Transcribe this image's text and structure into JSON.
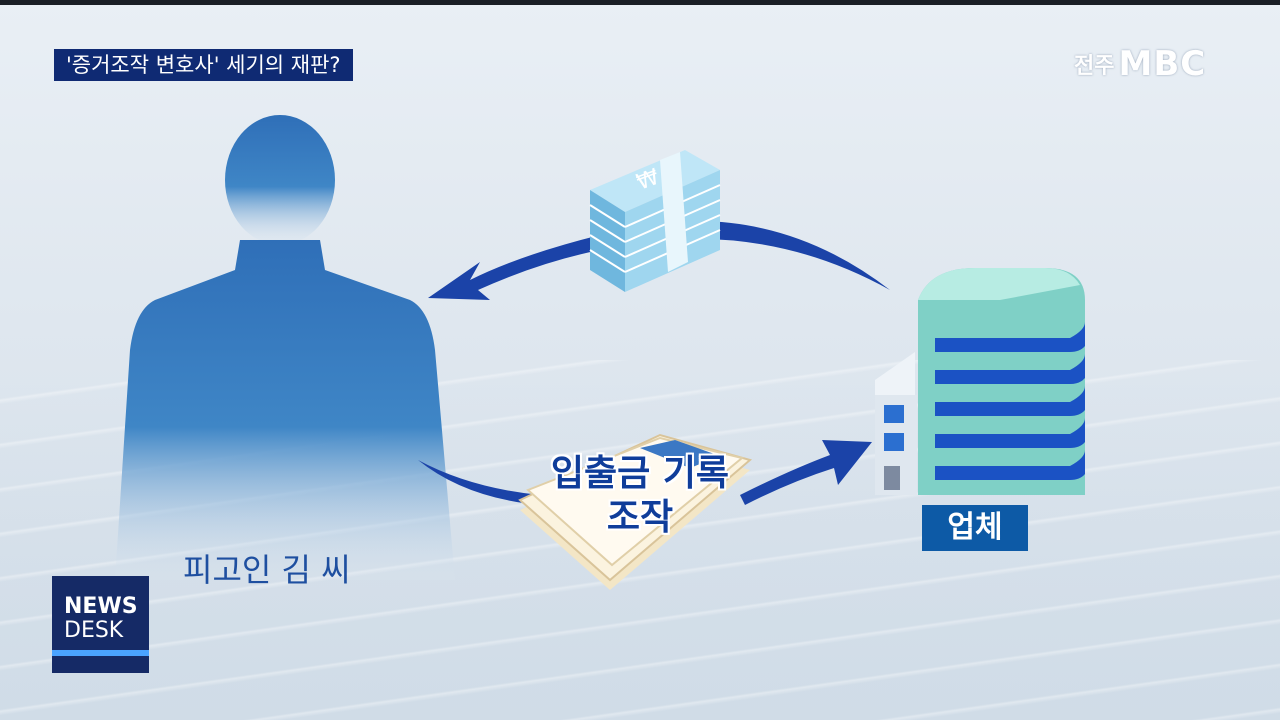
{
  "broadcast": {
    "headline": "'증거조작 변호사' 세기의 재판?",
    "logo_city": "전주",
    "logo_brand": "MBC",
    "badge_line1": "NEWS",
    "badge_line2": "DESK"
  },
  "diagram": {
    "person_label": "피고인 김 씨",
    "caption_line1": "입출금 기록",
    "caption_line2": "조작",
    "company_label": "업체",
    "money_symbol": "₩"
  },
  "colors": {
    "headline_bg": "#0f2a73",
    "arrow": "#1b43a8",
    "company_bg": "#0d5aa6",
    "person_label": "#1e4fa0"
  }
}
